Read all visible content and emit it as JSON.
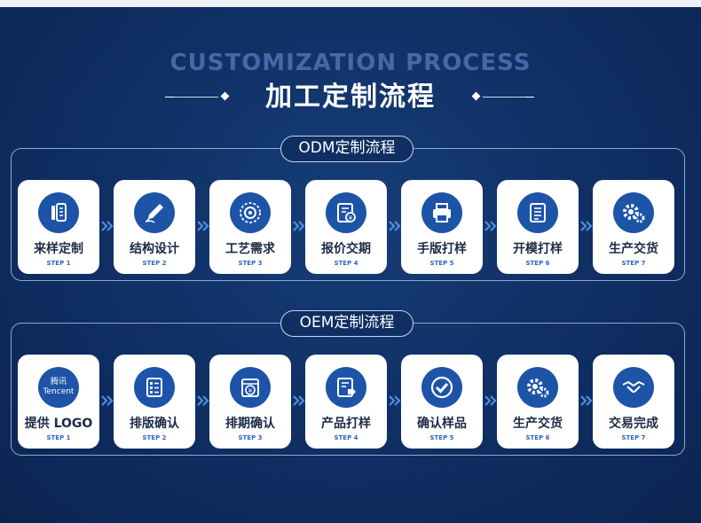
{
  "header": {
    "en_title": "CUSTOMIZATION PROCESS",
    "cn_title": "加工定制流程"
  },
  "odm": {
    "label": "ODM定制流程",
    "steps": [
      {
        "title": "来样定制",
        "step": "STEP 1",
        "icon": "sample-tube-icon"
      },
      {
        "title": "结构设计",
        "step": "STEP 2",
        "icon": "pen-nib-icon"
      },
      {
        "title": "工艺需求",
        "step": "STEP 3",
        "icon": "gear-badge-icon"
      },
      {
        "title": "报价交期",
        "step": "STEP 4",
        "icon": "quote-document-icon"
      },
      {
        "title": "手版打样",
        "step": "STEP 5",
        "icon": "printer-icon"
      },
      {
        "title": "开模打样",
        "step": "STEP 6",
        "icon": "document-list-icon"
      },
      {
        "title": "生产交货",
        "step": "STEP 7",
        "icon": "gears-icon"
      }
    ]
  },
  "oem": {
    "label": "OEM定制流程",
    "steps": [
      {
        "title": "提供 LOGO",
        "step": "STEP 1",
        "icon": "tencent-logo-icon",
        "logo_text_1": "腾讯",
        "logo_text_2": "Tencent"
      },
      {
        "title": "排版确认",
        "step": "STEP 2",
        "icon": "checklist-icon"
      },
      {
        "title": "排期确认",
        "step": "STEP 3",
        "icon": "schedule-yen-icon"
      },
      {
        "title": "产品打样",
        "step": "STEP 4",
        "icon": "document-tag-icon"
      },
      {
        "title": "确认样品",
        "step": "STEP 5",
        "icon": "check-circle-icon"
      },
      {
        "title": "生产交货",
        "step": "STEP 6",
        "icon": "gears-icon"
      },
      {
        "title": "交易完成",
        "step": "STEP 7",
        "icon": "handshake-icon"
      }
    ]
  }
}
